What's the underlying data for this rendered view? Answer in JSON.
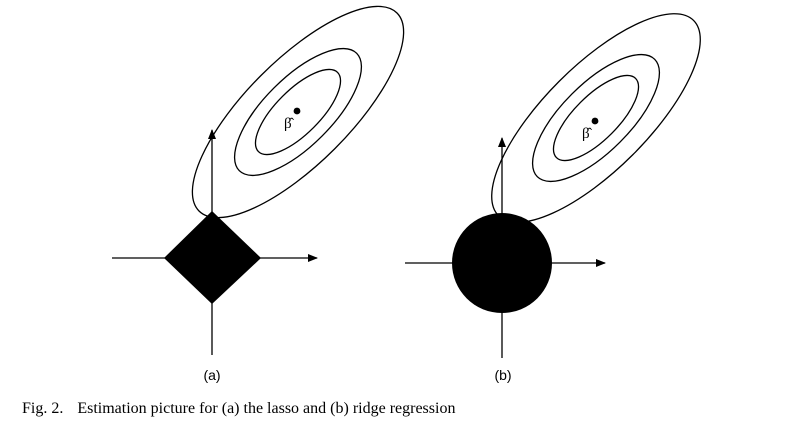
{
  "figure": {
    "panels": [
      {
        "id": "a",
        "label": "(a)",
        "constraint_region": "diamond",
        "estimate_label": "β̂"
      },
      {
        "id": "b",
        "label": "(b)",
        "constraint_region": "disk",
        "estimate_label": "β̂"
      }
    ],
    "colors": {
      "ink": "#000000",
      "background": "#ffffff"
    }
  },
  "caption": {
    "number": "Fig. 2.",
    "text": "Estimation picture for (a) the lasso and (b) ridge regression"
  }
}
